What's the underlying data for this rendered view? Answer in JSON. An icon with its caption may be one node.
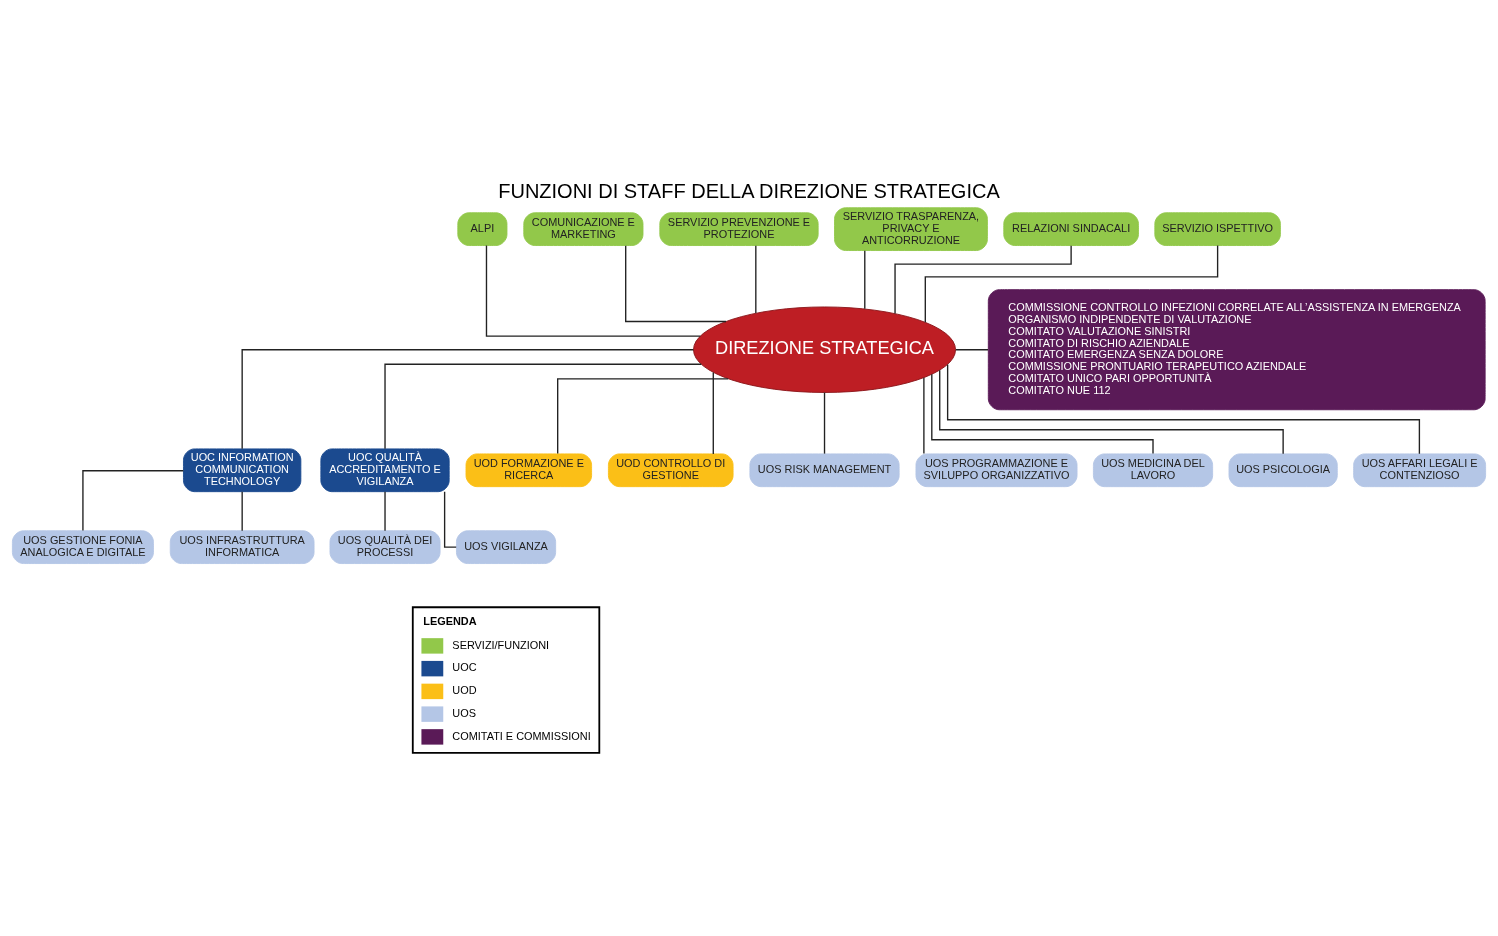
{
  "diagram": {
    "title": "FUNZIONI DI STAFF DELLA DIREZIONE STRATEGICA",
    "nodes": [
      {
        "text": [
          "DIREZIONE STRATEGICA"
        ]
      },
      {
        "text": [
          "ALPI"
        ]
      },
      {
        "text": [
          "COMUNICAZIONE E MARKETING"
        ]
      },
      {
        "text": [
          "SERVIZIO PREVENZIONE E PROTEZIONE"
        ]
      },
      {
        "text": [
          "SERVIZIO TRASPARENZA, PRIVACY E ANTICORRUZIONE"
        ]
      },
      {
        "text": [
          "RELAZIONI SINDACALI"
        ]
      },
      {
        "text": [
          "SERVIZIO ISPETTIVO"
        ]
      },
      {
        "text": [
          "COMMISSIONE CONTROLLO INFEZIONI CORRELATE ALL’ASSISTENZA IN EMERGENZA",
          "ORGANISMO INDIPENDENTE DI VALUTAZIONE",
          "COMITATO VALUTAZIONE SINISTRI",
          "COMITATO DI RISCHIO AZIENDALE",
          "COMITATO EMERGENZA SENZA DOLORE",
          "COMMISSIONE PRONTUARIO TERAPEUTICO AZIENDALE",
          "COMITATO UNICO PARI OPPORTUNITÀ",
          "COMITATO NUE 112"
        ]
      },
      {
        "text": [
          "UOC INFORMATION COMMUNICATION TECHNOLOGY"
        ]
      },
      {
        "text": [
          "UOC QUALITÀ ACCREDITAMENTO E VIGILANZA"
        ]
      },
      {
        "text": [
          "UOD FORMAZIONE E RICERCA"
        ]
      },
      {
        "text": [
          "UOD CONTROLLO DI GESTIONE"
        ]
      },
      {
        "text": [
          "UOS RISK MANAGEMENT"
        ]
      },
      {
        "text": [
          "UOS PROGRAMMAZIONE E SVILUPPO ORGANIZZATIVO"
        ]
      },
      {
        "text": [
          "UOS MEDICINA DEL LAVORO"
        ]
      },
      {
        "text": [
          "UOS PSICOLOGIA"
        ]
      },
      {
        "text": [
          "UOS AFFARI LEGALI E CONTENZIOSO"
        ]
      },
      {
        "text": [
          "UOS GESTIONE FONIA ANALOGICA E DIGITALE"
        ]
      },
      {
        "text": [
          "UOS INFRASTRUTTURA INFORMATICA"
        ]
      },
      {
        "text": [
          "UOS QUALITÀ DEI PROCESSI"
        ]
      },
      {
        "text": [
          "UOS VIGILANZA"
        ]
      }
    ],
    "edges": [
      {
        "from": 0,
        "to": 1,
        "arrow": "none"
      },
      {
        "from": 0,
        "to": 2,
        "arrow": "none"
      },
      {
        "from": 0,
        "to": 3,
        "arrow": "none"
      },
      {
        "from": 0,
        "to": 4,
        "arrow": "none"
      },
      {
        "from": 0,
        "to": 5,
        "arrow": "none"
      },
      {
        "from": 0,
        "to": 6,
        "arrow": "none"
      },
      {
        "from": 0,
        "to": 7,
        "arrow": "none"
      },
      {
        "from": 0,
        "to": 8,
        "arrow": "none"
      },
      {
        "from": 0,
        "to": 9,
        "arrow": "none"
      },
      {
        "from": 0,
        "to": 10,
        "arrow": "none"
      },
      {
        "from": 0,
        "to": 11,
        "arrow": "none"
      },
      {
        "from": 0,
        "to": 12,
        "arrow": "none"
      },
      {
        "from": 0,
        "to": 13,
        "arrow": "none"
      },
      {
        "from": 0,
        "to": 14,
        "arrow": "none"
      },
      {
        "from": 0,
        "to": 15,
        "arrow": "none"
      },
      {
        "from": 0,
        "to": 16,
        "arrow": "none"
      },
      {
        "from": 8,
        "to": 17,
        "arrow": "none"
      },
      {
        "from": 8,
        "to": 18,
        "arrow": "none"
      },
      {
        "from": 9,
        "to": 19,
        "arrow": "none"
      },
      {
        "from": 9,
        "to": 20,
        "arrow": "none"
      }
    ],
    "labels": [
      "LEGENDA"
    ],
    "legend": [
      {
        "text": "SERVIZI/FUNZIONI",
        "color": "#92c84a"
      },
      {
        "text": "UOC",
        "color": "#1b4a8f"
      },
      {
        "text": "UOD",
        "color": "#fbbf17"
      },
      {
        "text": "UOS",
        "color": "#b4c6e6"
      },
      {
        "text": "COMITATI E COMMISSIONI",
        "color": "#5a1a57"
      }
    ]
  }
}
